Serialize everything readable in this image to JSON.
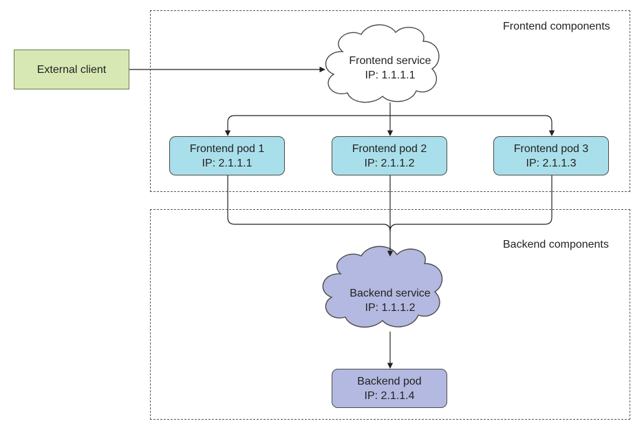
{
  "groups": {
    "frontend": {
      "label": "Frontend components"
    },
    "backend": {
      "label": "Backend components"
    }
  },
  "external_client": {
    "label": "External client"
  },
  "frontend_service": {
    "name": "Frontend service",
    "ip": "IP: 1.1.1.1"
  },
  "frontend_pods": [
    {
      "name": "Frontend pod 1",
      "ip": "IP: 2.1.1.1"
    },
    {
      "name": "Frontend pod 2",
      "ip": "IP: 2.1.1.2"
    },
    {
      "name": "Frontend pod 3",
      "ip": "IP: 2.1.1.3"
    }
  ],
  "backend_service": {
    "name": "Backend service",
    "ip": "IP: 1.1.1.2"
  },
  "backend_pod": {
    "name": "Backend pod",
    "ip": "IP: 2.1.1.4"
  },
  "colors": {
    "client_fill": "#d7e8b4",
    "frontend_pod_fill": "#a9dfea",
    "frontend_cloud_fill": "#ffffff",
    "backend_fill": "#b3b9e0"
  }
}
